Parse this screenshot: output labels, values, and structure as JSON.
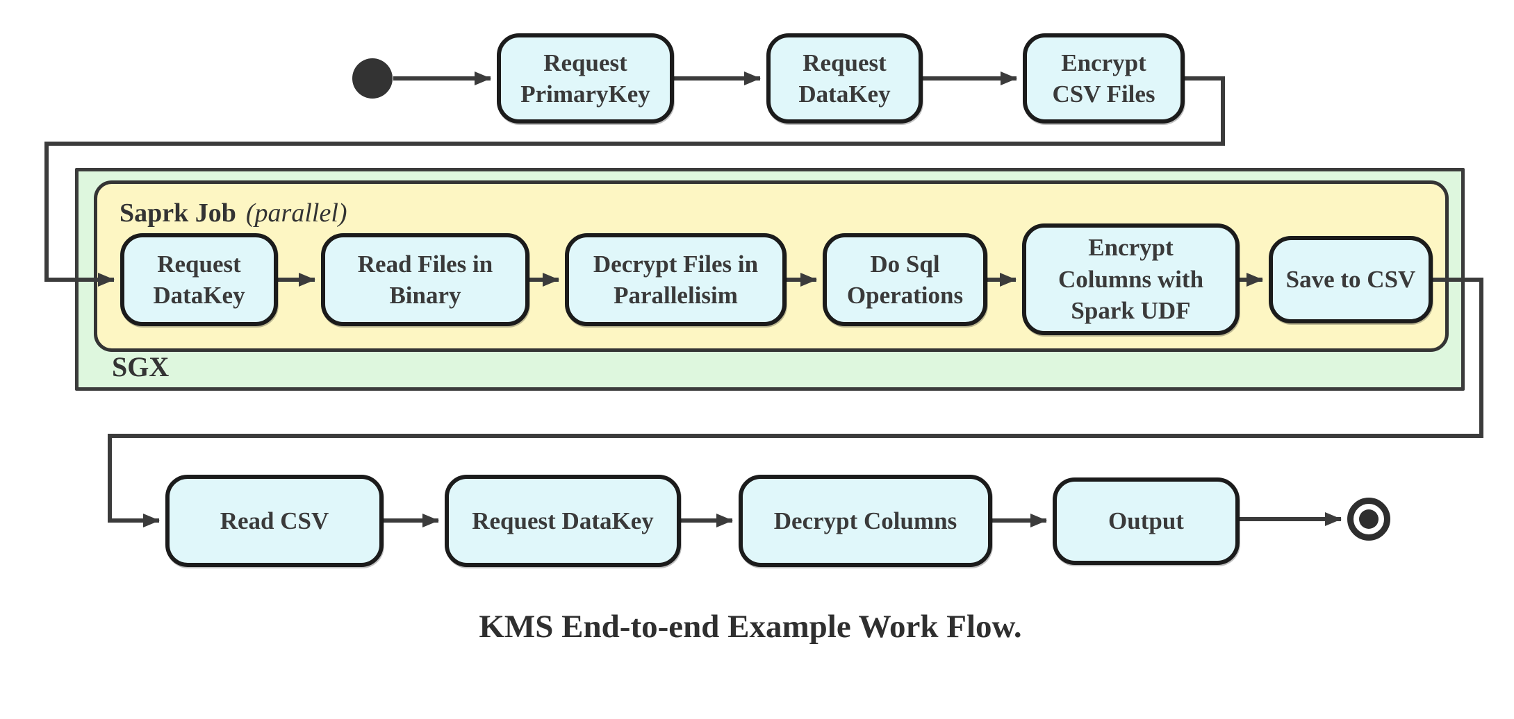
{
  "title": "KMS End-to-end Example Work Flow.",
  "colors": {
    "node_fill": "#e0f7fa",
    "node_border": "#1b1b1b",
    "sgx_container_fill": "#def7de",
    "spark_container_fill": "#fdf6c3",
    "container_border": "#343434",
    "connector": "#3b3b3b",
    "text": "#333333",
    "background": "#ffffff"
  },
  "containers": {
    "sgx": {
      "label": "SGX"
    },
    "spark_job": {
      "label": "Saprk Job",
      "annotation": "(parallel)"
    }
  },
  "start_node": {
    "type": "initial"
  },
  "end_node": {
    "type": "final"
  },
  "nodes": [
    {
      "id": "request-primarykey",
      "group": "top",
      "label": "Request\nPrimaryKey"
    },
    {
      "id": "request-datakey-top",
      "group": "top",
      "label": "Request\nDataKey"
    },
    {
      "id": "encrypt-csv-files",
      "group": "top",
      "label": "Encrypt\nCSV Files"
    },
    {
      "id": "request-datakey-sgx",
      "group": "spark-job",
      "label": "Request\nDataKey"
    },
    {
      "id": "read-files-in-binary",
      "group": "spark-job",
      "label": "Read Files in\nBinary"
    },
    {
      "id": "decrypt-files-in-parallelisim",
      "group": "spark-job",
      "label": "Decrypt Files in\nParallelisim"
    },
    {
      "id": "do-sql-operations",
      "group": "spark-job",
      "label": "Do Sql\nOperations"
    },
    {
      "id": "encrypt-columns-with-spark-udf",
      "group": "spark-job",
      "label": "Encrypt\nColumns with\nSpark UDF"
    },
    {
      "id": "save-to-csv",
      "group": "spark-job",
      "label": "Save to CSV"
    },
    {
      "id": "read-csv",
      "group": "bottom",
      "label": "Read CSV"
    },
    {
      "id": "request-datakey-client",
      "group": "bottom",
      "label": "Request DataKey"
    },
    {
      "id": "decrypt-columns",
      "group": "bottom",
      "label": "Decrypt Columns"
    },
    {
      "id": "output",
      "group": "bottom",
      "label": "Output"
    }
  ],
  "edges": [
    {
      "from": "start",
      "to": "request-primarykey"
    },
    {
      "from": "request-primarykey",
      "to": "request-datakey-top"
    },
    {
      "from": "request-datakey-top",
      "to": "encrypt-csv-files"
    },
    {
      "from": "encrypt-csv-files",
      "to": "request-datakey-sgx"
    },
    {
      "from": "request-datakey-sgx",
      "to": "read-files-in-binary"
    },
    {
      "from": "read-files-in-binary",
      "to": "decrypt-files-in-parallelisim"
    },
    {
      "from": "decrypt-files-in-parallelisim",
      "to": "do-sql-operations"
    },
    {
      "from": "do-sql-operations",
      "to": "encrypt-columns-with-spark-udf"
    },
    {
      "from": "encrypt-columns-with-spark-udf",
      "to": "save-to-csv"
    },
    {
      "from": "save-to-csv",
      "to": "read-csv"
    },
    {
      "from": "read-csv",
      "to": "request-datakey-client"
    },
    {
      "from": "request-datakey-client",
      "to": "decrypt-columns"
    },
    {
      "from": "decrypt-columns",
      "to": "output"
    },
    {
      "from": "output",
      "to": "end"
    }
  ]
}
